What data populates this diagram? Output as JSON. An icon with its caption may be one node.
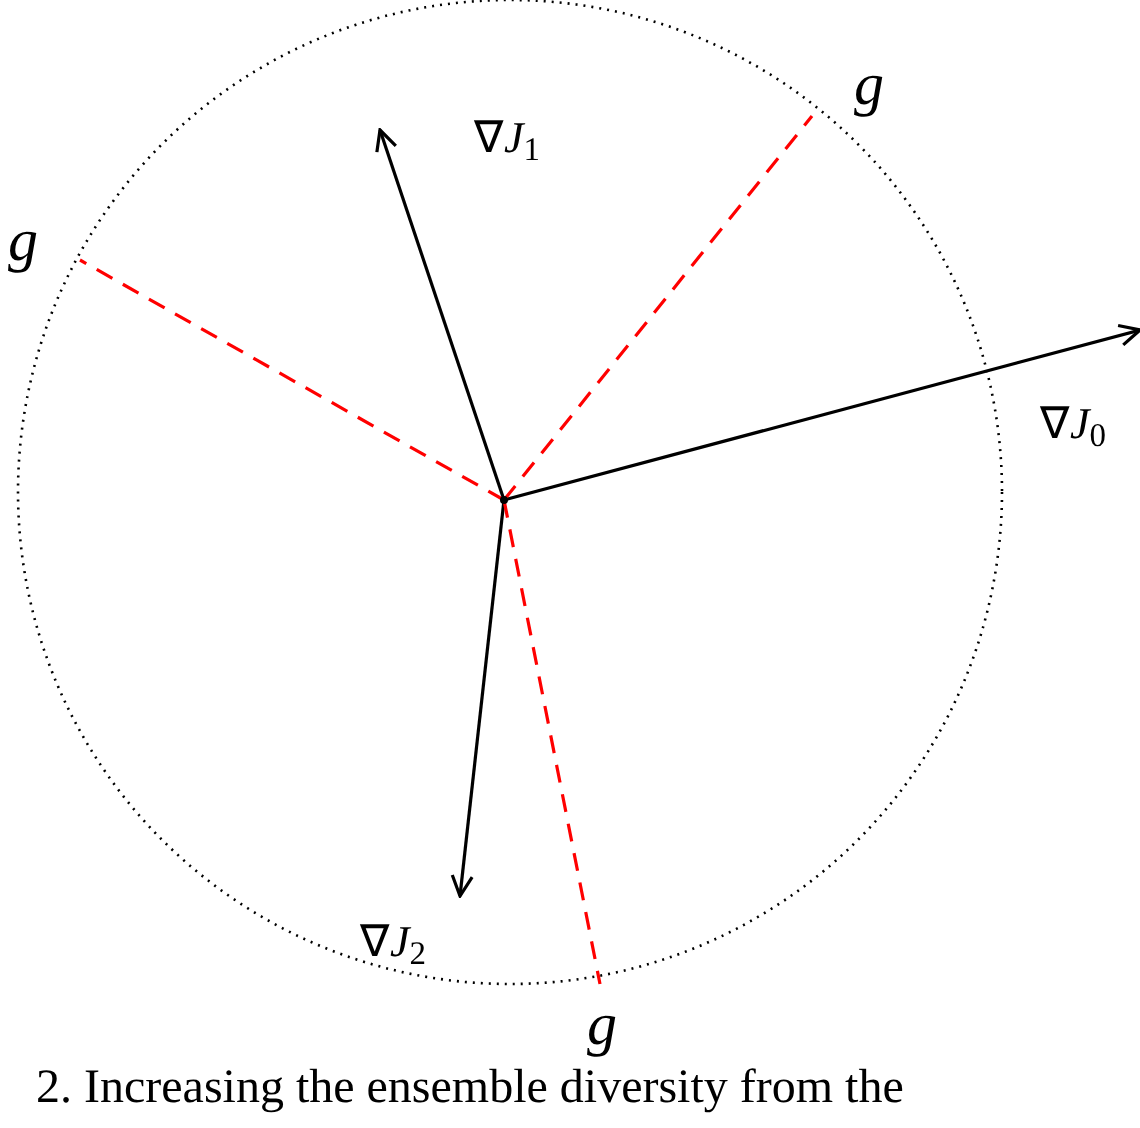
{
  "diagram": {
    "caption": "2. Increasing the ensemble diversity from the",
    "nodes": [
      {
        "text": [],
        "shape": "circle"
      },
      {
        "text": [
          "∇*J*$_{1}$"
        ]
      },
      {
        "text": [
          "∇*J*$_{0}$"
        ]
      },
      {
        "text": [
          "∇*J*$_{2}$"
        ]
      },
      {
        "text": [
          "*g*"
        ]
      },
      {
        "text": [
          "*g*"
        ]
      },
      {
        "text": [
          "*g*"
        ]
      }
    ],
    "edges": [
      {
        "from": 0,
        "to": 1,
        "arrow": "to"
      },
      {
        "from": 0,
        "to": 2,
        "arrow": "to"
      },
      {
        "from": 0,
        "to": 3,
        "arrow": "to"
      },
      {
        "from": 0,
        "to": 4,
        "arrow": "none",
        "style": "dashed",
        "color": "#ff0000"
      },
      {
        "from": 0,
        "to": 5,
        "arrow": "none",
        "style": "dashed",
        "color": "#ff0000"
      },
      {
        "from": 0,
        "to": 6,
        "arrow": "none",
        "style": "dashed",
        "color": "#ff0000"
      }
    ]
  }
}
